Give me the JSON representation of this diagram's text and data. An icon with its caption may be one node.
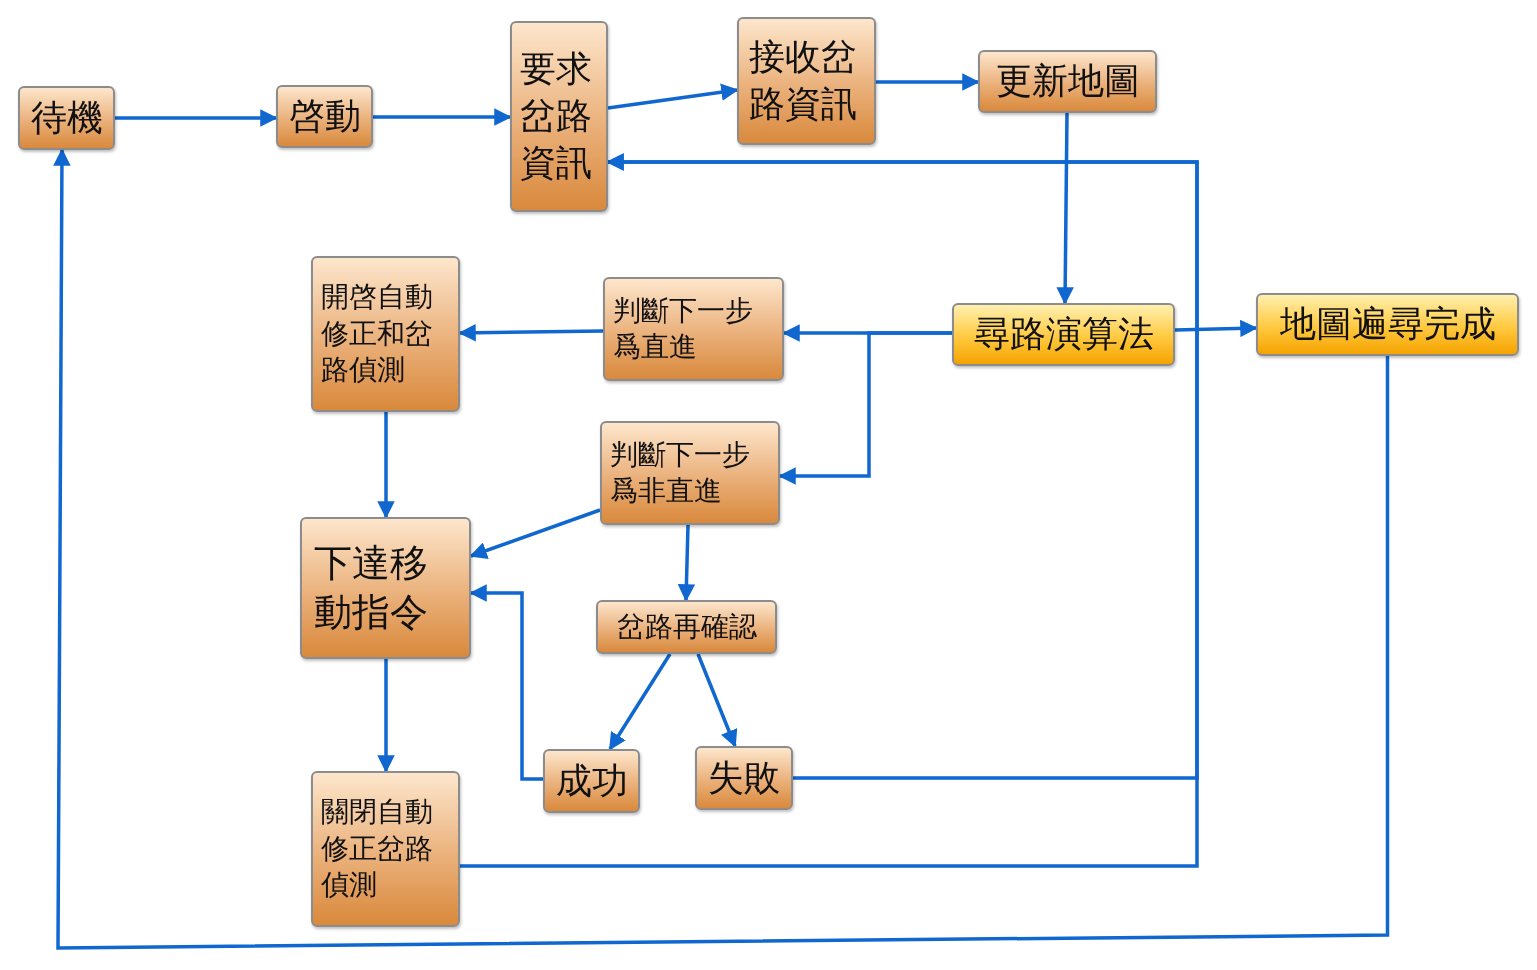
{
  "diagram": {
    "nodes": [
      {
        "text": [
          "待機"
        ]
      },
      {
        "text": [
          "啓動"
        ]
      },
      {
        "text": [
          "要求岔路資訊"
        ]
      },
      {
        "text": [
          "接收岔路資訊"
        ]
      },
      {
        "text": [
          "更新地圖"
        ]
      },
      {
        "text": [
          "尋路演算法"
        ]
      },
      {
        "text": [
          "地圖遍尋完成"
        ]
      },
      {
        "text": [
          "判斷下一步爲直進"
        ]
      },
      {
        "text": [
          "開啓自動修正和岔路偵測"
        ]
      },
      {
        "text": [
          "判斷下一步爲非直進"
        ]
      },
      {
        "text": [
          "下達移動指令"
        ]
      },
      {
        "text": [
          "岔路再確認"
        ]
      },
      {
        "text": [
          "成功"
        ]
      },
      {
        "text": [
          "失敗"
        ]
      },
      {
        "text": [
          "關閉自動修正岔路偵測"
        ]
      }
    ],
    "edges": [
      {
        "from": 0,
        "to": 1,
        "arrow": "to"
      },
      {
        "from": 1,
        "to": 2,
        "arrow": "to"
      },
      {
        "from": 2,
        "to": 3,
        "arrow": "to"
      },
      {
        "from": 3,
        "to": 4,
        "arrow": "to"
      },
      {
        "from": 4,
        "to": 5,
        "arrow": "to"
      },
      {
        "from": 5,
        "to": 6,
        "arrow": "to"
      },
      {
        "from": 5,
        "to": 7,
        "arrow": "to"
      },
      {
        "from": 5,
        "to": 9,
        "arrow": "to"
      },
      {
        "from": 7,
        "to": 8,
        "arrow": "to"
      },
      {
        "from": 8,
        "to": 10,
        "arrow": "to"
      },
      {
        "from": 9,
        "to": 10,
        "arrow": "to"
      },
      {
        "from": 9,
        "to": 11,
        "arrow": "to"
      },
      {
        "from": 11,
        "to": 12,
        "arrow": "to"
      },
      {
        "from": 11,
        "to": 13,
        "arrow": "to"
      },
      {
        "from": 12,
        "to": 10,
        "arrow": "to"
      },
      {
        "from": 13,
        "to": 2,
        "arrow": "to"
      },
      {
        "from": 14,
        "to": 2,
        "arrow": "to"
      },
      {
        "from": 6,
        "to": 0,
        "arrow": "to"
      },
      {
        "from": 10,
        "to": 14,
        "arrow": "to"
      }
    ]
  }
}
